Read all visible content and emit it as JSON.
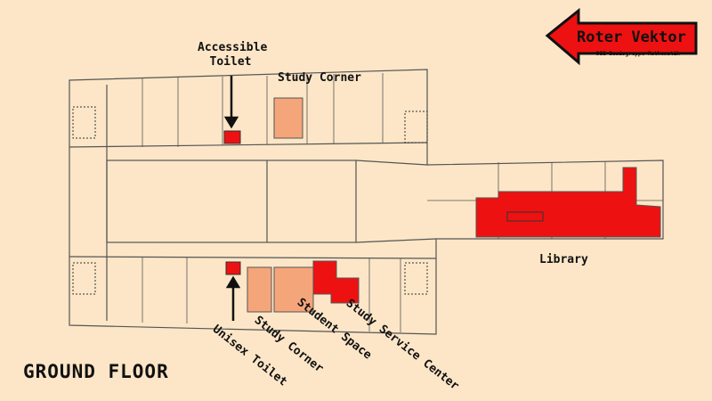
{
  "logo": {
    "title": "Roter Vektor",
    "subtitle": "DIE Basisgruppe Mathematik"
  },
  "floor_title": "GROUND FLOOR",
  "labels": {
    "accessible_toilet": "Accessible Toilet",
    "study_corner_top": "Study Corner",
    "library": "Library",
    "unisex_toilet": "Unisex Toilet",
    "study_corner_bottom": "Study Corner",
    "student_space": "Student Space",
    "study_service_center": "Study Service Center"
  },
  "colors": {
    "background": "#fce6c7",
    "highlight_red": "#ee1111",
    "highlight_salmon": "#f5a57a",
    "walls": "#555555"
  }
}
